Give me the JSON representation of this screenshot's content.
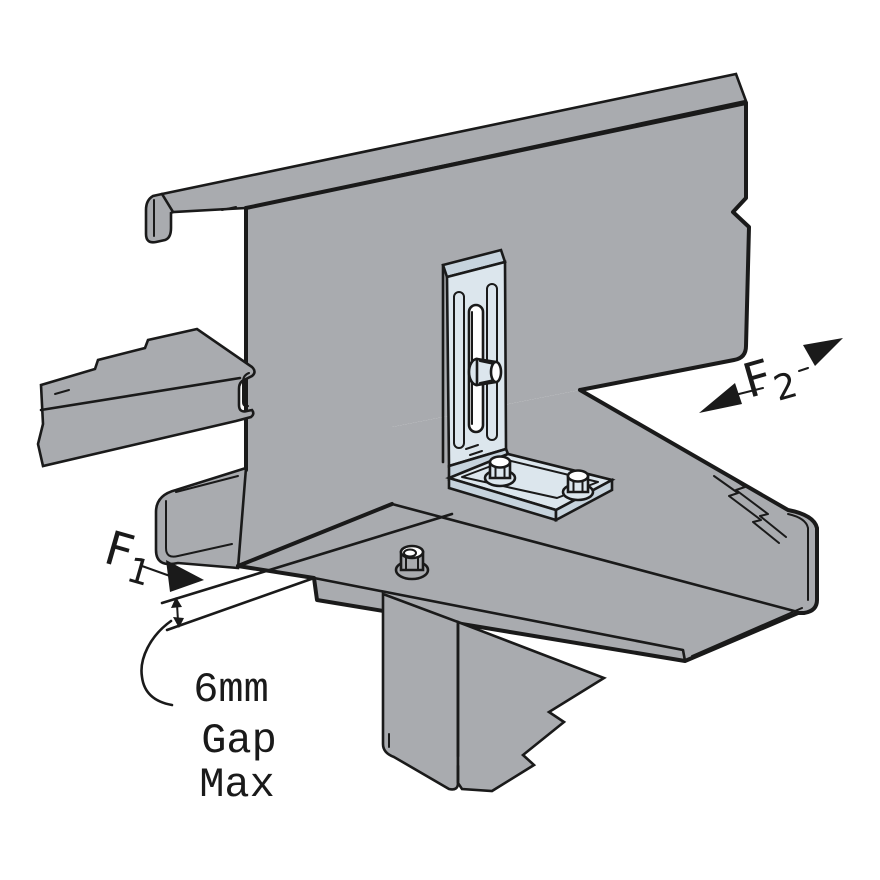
{
  "diagram": {
    "kind": "isometric-connector-detail",
    "components": [
      "joist-track-beam",
      "stud-track-left",
      "floor-track-deck",
      "wall-stud-post",
      "adjustable-angle-bracket",
      "hex-bolt"
    ],
    "labels": {
      "force1": {
        "letter": "F",
        "subscript": "1"
      },
      "force2": {
        "letter": "F",
        "subscript": "2"
      }
    },
    "gap_note": {
      "line1": "6mm",
      "line2": "Gap",
      "line3": "Max"
    },
    "colors": {
      "steel_gray": "#a9abaf",
      "bracket_fill": "#dce6ed",
      "bracket_edge": "#c6d3dd",
      "outline": "#1a1a1a",
      "background": "#ffffff",
      "bolt_face": "#ffffff"
    }
  }
}
